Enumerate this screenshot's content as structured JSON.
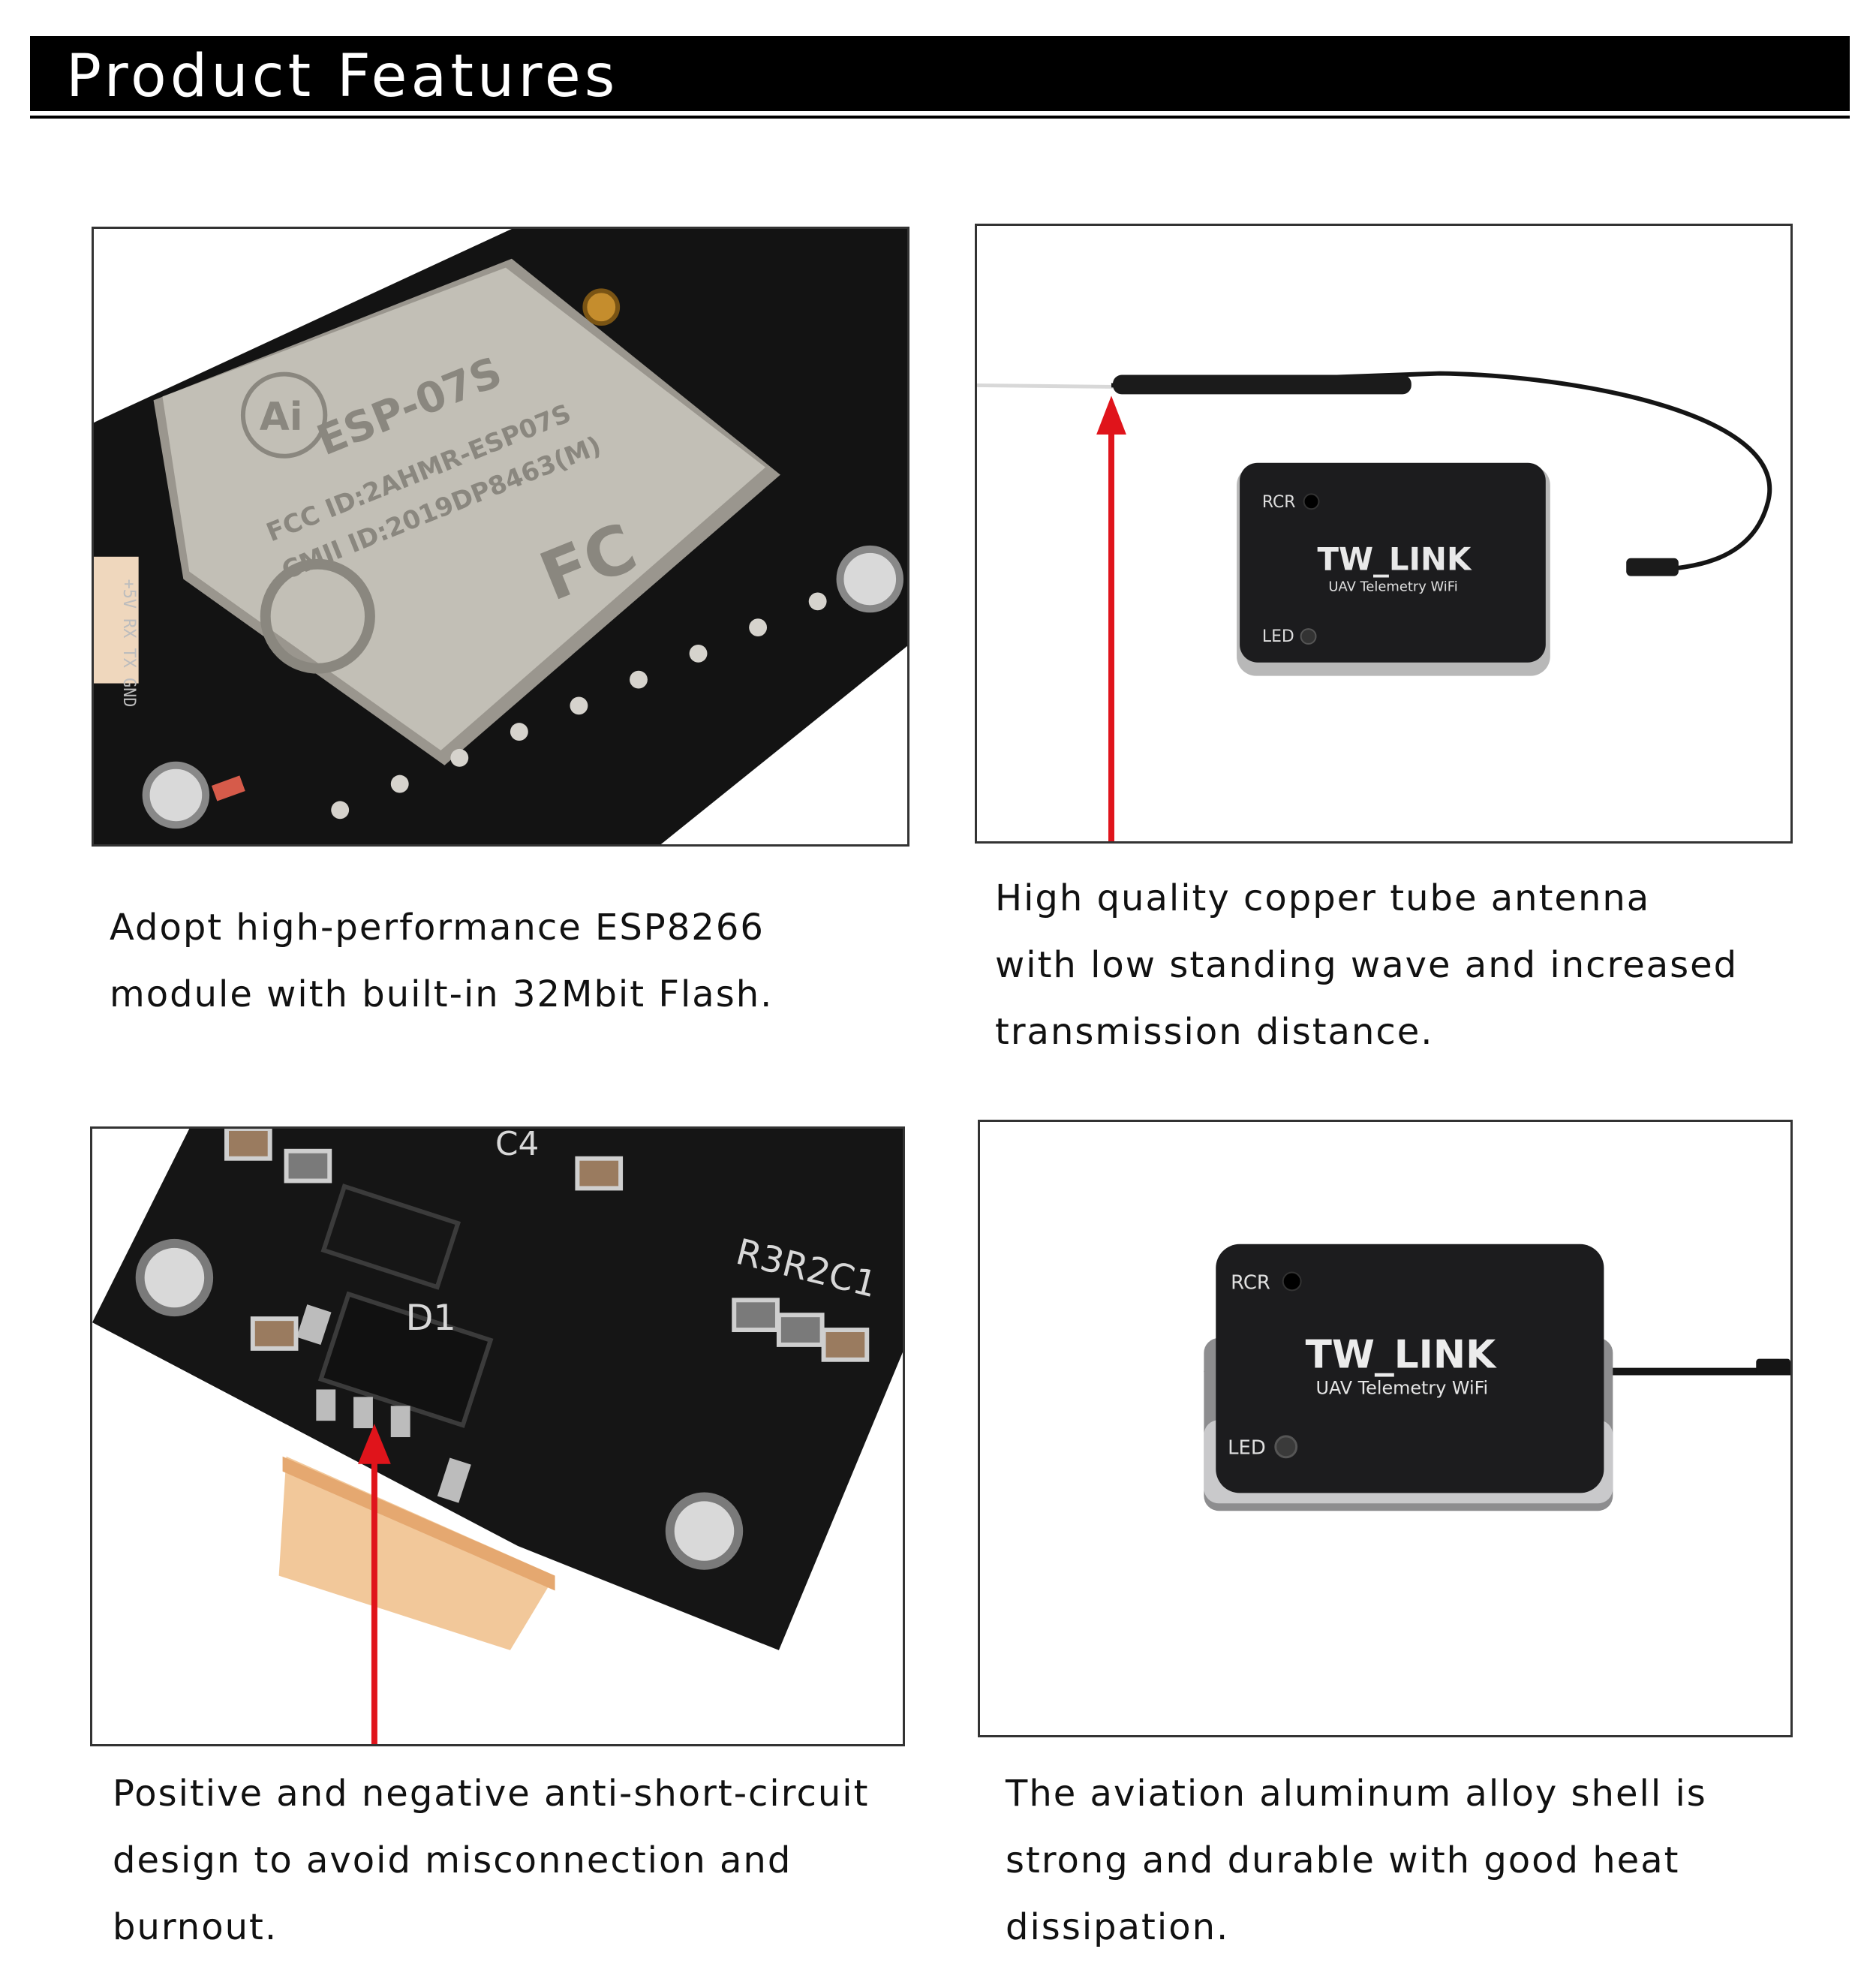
{
  "header": {
    "title": "Product Features"
  },
  "features": [
    {
      "image_name": "esp-module-photo",
      "caption_lines": [
        "Adopt high-performance ESP8266",
        "module with built-in 32Mbit Flash."
      ],
      "chip_text": [
        "ESP-07S",
        "FCC ID:2AHMR-ESP07S",
        "CMII ID:2019DP8463(M)"
      ],
      "chip_logo": "Ai",
      "pin_label": "+5V RX TX GND"
    },
    {
      "image_name": "antenna-device-photo",
      "caption_lines": [
        "High quality copper tube antenna",
        "with low standing wave and increased",
        "transmission distance."
      ],
      "device_brand": "TW_LINK",
      "device_subtitle": "UAV Telemetry WiFi",
      "rcr_label": "RCR",
      "led_label": "LED"
    },
    {
      "image_name": "protection-circuit-photo",
      "caption_lines": [
        "Positive and negative anti-short-circuit",
        "design to avoid misconnection and",
        "burnout."
      ],
      "pcb_labels": [
        "D1",
        "R3R2C1",
        "C4"
      ]
    },
    {
      "image_name": "aluminum-shell-photo",
      "caption_lines": [
        "The aviation aluminum alloy shell is",
        "strong and durable with good heat",
        "dissipation."
      ],
      "device_brand": "TW_LINK",
      "device_subtitle": "UAV Telemetry WiFi",
      "rcr_label": "RCR",
      "led_label": "LED"
    }
  ],
  "colors": {
    "arrow": "#e0141b",
    "pcb": "#141414",
    "shield": "#b9b6ad",
    "device": "#1c1c1e"
  }
}
